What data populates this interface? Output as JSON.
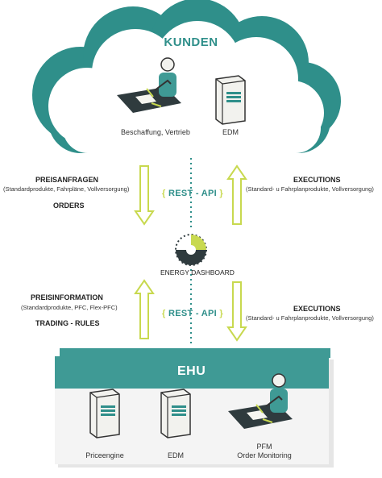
{
  "colors": {
    "teal": "#2f8f8a",
    "teal_dark": "#276f6b",
    "lime": "#c8d94f",
    "lime_dark": "#b6c93c",
    "box_fill": "#f4f4f4",
    "ehu_bar": "#3f9a95"
  },
  "cloud": {
    "title": "KUNDEN",
    "person_caption": "Beschaffung, Vertrieb",
    "server_caption": "EDM"
  },
  "left_top": {
    "heading": "PREISANFRAGEN",
    "sub": "(Standardprodukte, Fahrpläne, Vollversorgung)",
    "heading2": "ORDERS"
  },
  "right_top": {
    "heading": "EXECUTIONS",
    "sub": "(Standard- u Fahrplanprodukte, Vollversorgung)"
  },
  "api_top": {
    "open": "{",
    "text": " REST - API ",
    "close": "}"
  },
  "dashboard": {
    "label": "ENERGY DASHBOARD"
  },
  "left_bottom": {
    "heading": "PREISINFORMATION",
    "sub": "(Standardprodukte, PFC, Flex-PFC)",
    "heading2": "TRADING - RULES"
  },
  "right_bottom": {
    "heading": "EXECUTIONS",
    "sub": "(Standard- u Fahrplanprodukte, Vollversorgung)"
  },
  "api_bottom": {
    "open": "{",
    "text": " REST - API ",
    "close": "}"
  },
  "ehu": {
    "title": "EHU",
    "items": [
      {
        "caption": "Priceengine",
        "icon": "server-icon"
      },
      {
        "caption": "EDM",
        "icon": "server-icon"
      },
      {
        "caption": "PFM",
        "caption2": "Order Monitoring",
        "icon": "trader-at-desk-icon"
      }
    ]
  }
}
